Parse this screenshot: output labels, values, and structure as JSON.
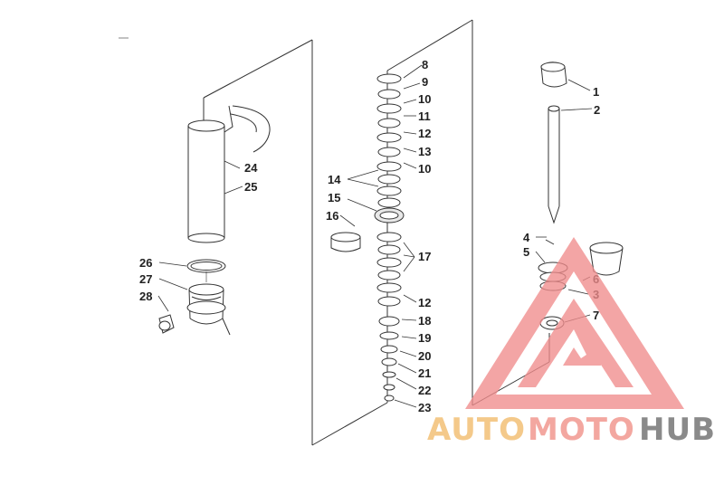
{
  "diagram": {
    "labels": [
      {
        "id": "p1",
        "text": "1"
      },
      {
        "id": "p2",
        "text": "2"
      },
      {
        "id": "p3",
        "text": "3"
      },
      {
        "id": "p4",
        "text": "4"
      },
      {
        "id": "p5",
        "text": "5"
      },
      {
        "id": "p6",
        "text": "6"
      },
      {
        "id": "p7",
        "text": "7"
      },
      {
        "id": "p8",
        "text": "8"
      },
      {
        "id": "p9",
        "text": "9"
      },
      {
        "id": "p10a",
        "text": "10"
      },
      {
        "id": "p11",
        "text": "11"
      },
      {
        "id": "p12a",
        "text": "12"
      },
      {
        "id": "p13",
        "text": "13"
      },
      {
        "id": "p10b",
        "text": "10"
      },
      {
        "id": "p14",
        "text": "14"
      },
      {
        "id": "p15",
        "text": "15"
      },
      {
        "id": "p16",
        "text": "16"
      },
      {
        "id": "p17",
        "text": "17"
      },
      {
        "id": "p12b",
        "text": "12"
      },
      {
        "id": "p18",
        "text": "18"
      },
      {
        "id": "p19",
        "text": "19"
      },
      {
        "id": "p20",
        "text": "20"
      },
      {
        "id": "p21",
        "text": "21"
      },
      {
        "id": "p22",
        "text": "22"
      },
      {
        "id": "p23",
        "text": "23"
      },
      {
        "id": "p24",
        "text": "24"
      },
      {
        "id": "p25",
        "text": "25"
      },
      {
        "id": "p26",
        "text": "26"
      },
      {
        "id": "p27",
        "text": "27"
      },
      {
        "id": "p28",
        "text": "28"
      }
    ]
  },
  "watermark": {
    "part1": "AUTO",
    "part2": "MOTO",
    "part3": "HUB",
    "colors": {
      "auto": "#f4c98a",
      "moto": "#f3a7a0",
      "hub": "#8a8a8a",
      "logo": "#f08c8c"
    }
  }
}
